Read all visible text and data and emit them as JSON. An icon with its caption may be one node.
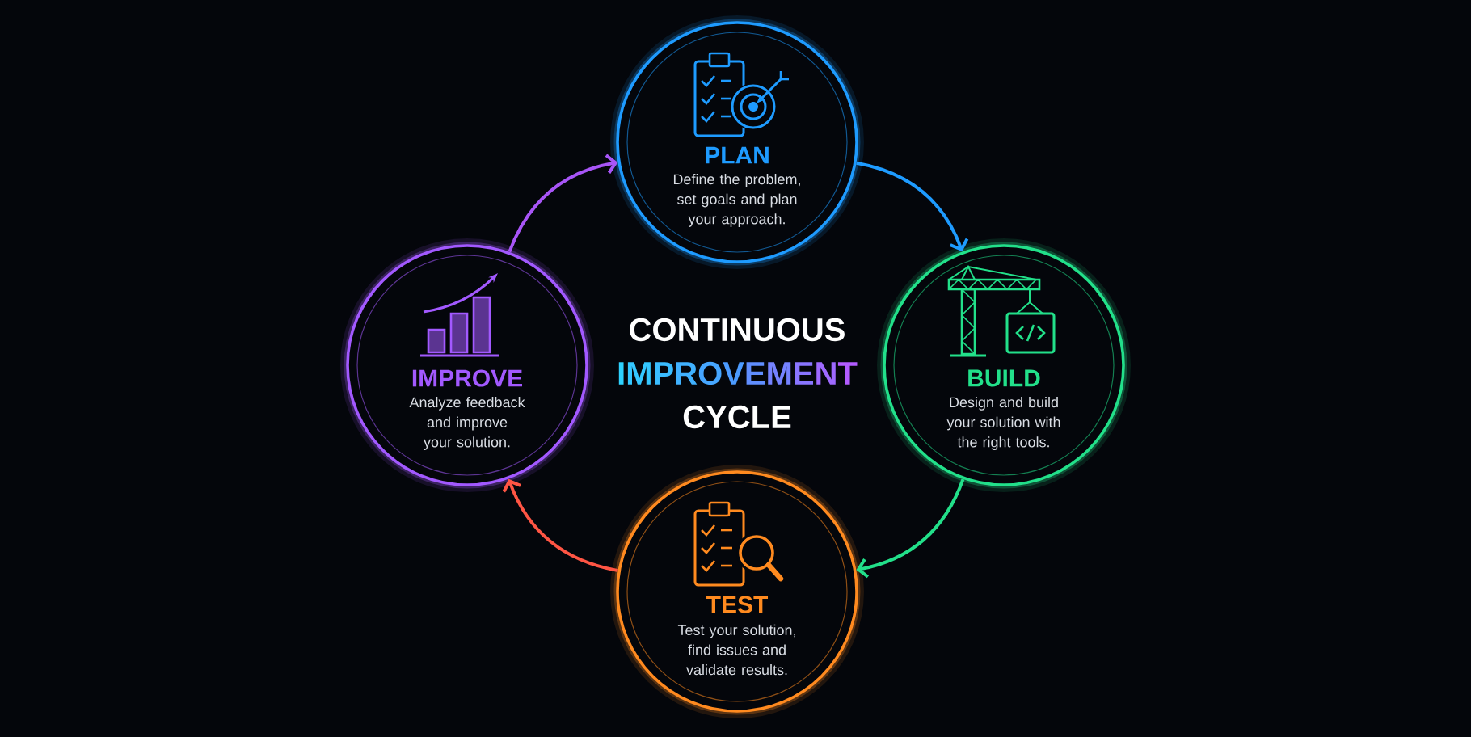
{
  "diagram": {
    "title": "CONTINUOUS IMPROVEMENT CYCLE",
    "nodes": [
      {
        "text": [
          "PLAN",
          "Define the problem, set goals and plan your approach."
        ]
      },
      {
        "text": [
          "IMPROVE",
          "Analyze feedback and improve your solution."
        ]
      },
      {
        "text": [
          "BUILD",
          "Design and build your solution with the right tools."
        ]
      },
      {
        "text": [
          "TEST",
          "Test your solution, find issues and validate results."
        ]
      }
    ],
    "edges": [
      {
        "from": 0,
        "to": 2,
        "arrow": "to",
        "color": "#1e9bff"
      },
      {
        "from": 2,
        "to": 3,
        "arrow": "to",
        "color": "#22e08a"
      },
      {
        "from": 3,
        "to": 1,
        "arrow": "to",
        "color": "#ff5544"
      },
      {
        "from": 1,
        "to": 0,
        "arrow": "to",
        "color": "#a855f7"
      }
    ]
  }
}
